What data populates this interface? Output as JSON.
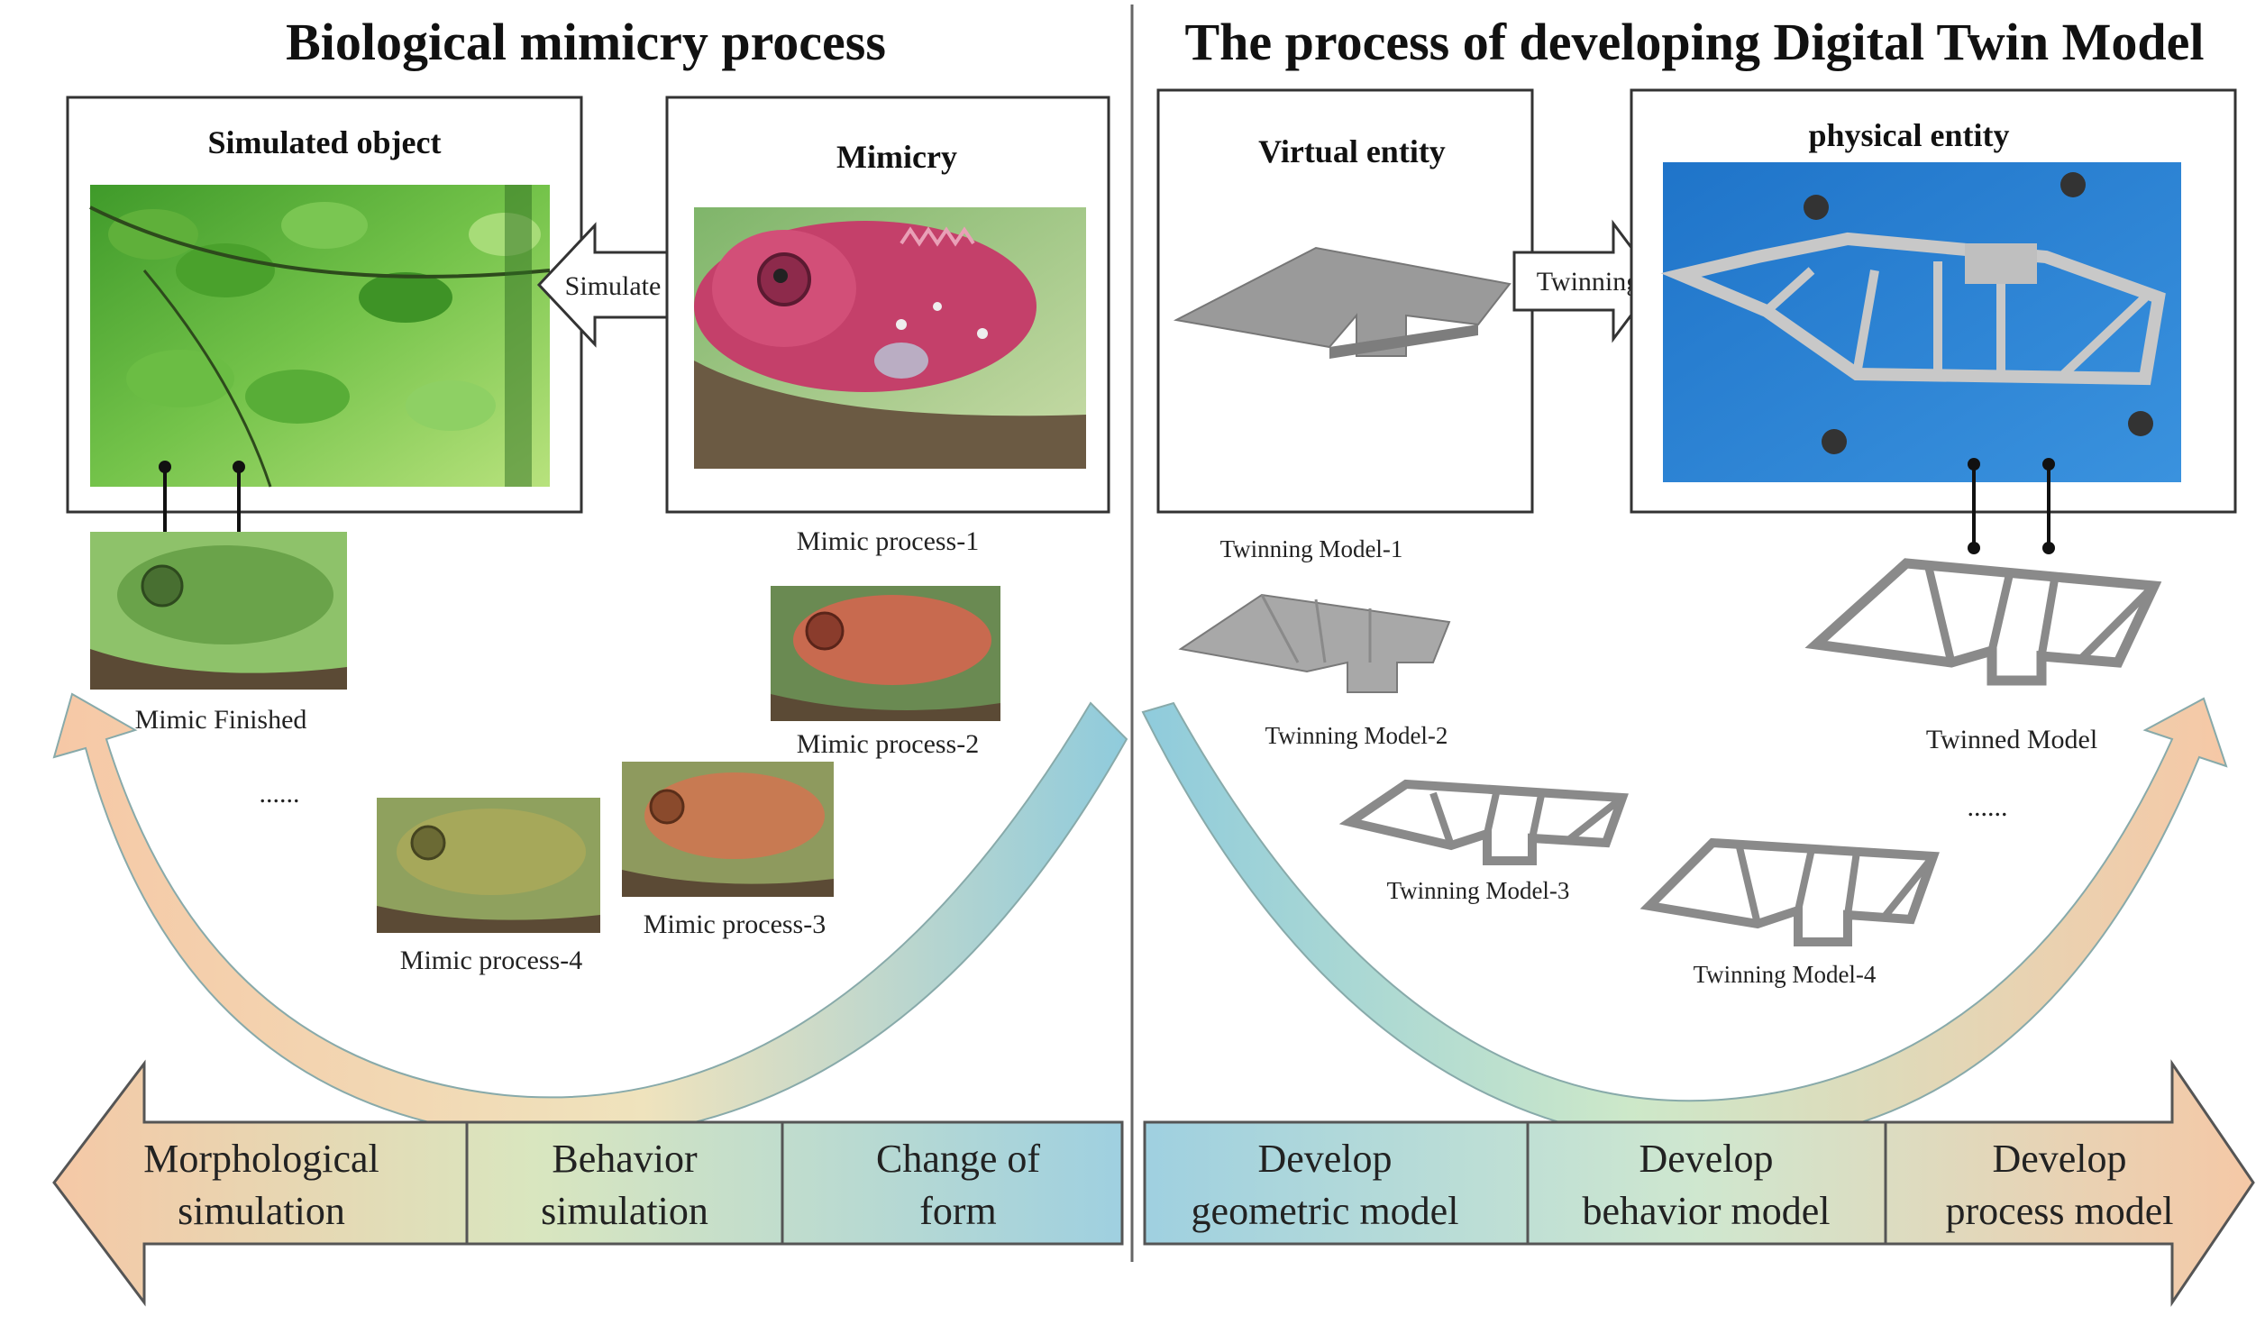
{
  "left": {
    "title": "Biological mimicry process",
    "simulated_object_title": "Simulated object",
    "mimicry_title": "Mimicry",
    "simulate_label": "Simulate",
    "steps": {
      "p1": "Mimic process-1",
      "p2": "Mimic process-2",
      "p3": "Mimic process-3",
      "p4": "Mimic process-4",
      "finished": "Mimic Finished",
      "ellipsis": "......"
    },
    "stages": [
      {
        "line1": "Morphological",
        "line2": "simulation"
      },
      {
        "line1": "Behavior",
        "line2": "simulation"
      },
      {
        "line1": "Change of",
        "line2": "form"
      }
    ]
  },
  "right": {
    "title": "The process of developing Digital Twin Model",
    "virtual_title": "Virtual  entity",
    "physical_title": "physical entity",
    "twinning_label": "Twinning",
    "models": {
      "m1": "Twinning Model-1",
      "m2": "Twinning Model-2",
      "m3": "Twinning Model-3",
      "m4": "Twinning Model-4",
      "twinned": "Twinned Model",
      "ellipsis": "......"
    },
    "stages": [
      {
        "line1": "Develop",
        "line2": "geometric model"
      },
      {
        "line1": "Develop",
        "line2": "behavior model"
      },
      {
        "line1": "Develop",
        "line2": "process model"
      }
    ]
  }
}
